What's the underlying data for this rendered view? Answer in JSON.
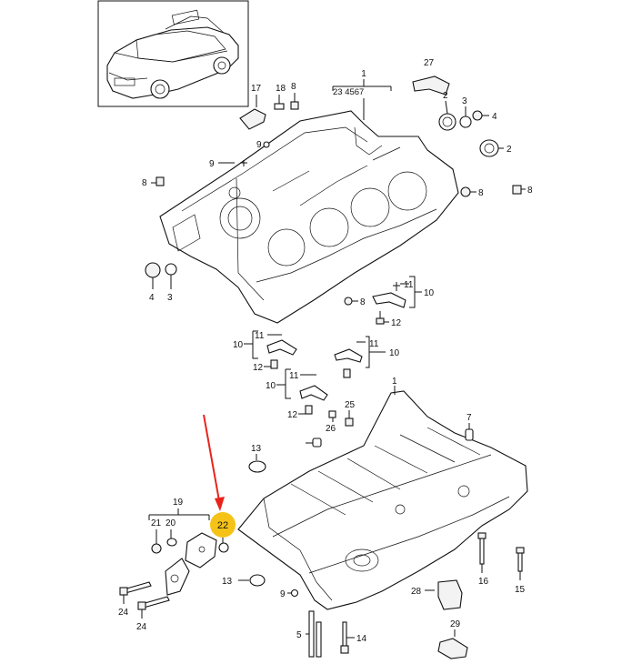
{
  "diagram": {
    "callouts": {
      "c1_top": "1",
      "c1_top_sub": "23 4567",
      "c2_a": "2",
      "c2_b": "2",
      "c3_right": "3",
      "c4_right": "4",
      "c27": "27",
      "c17": "17",
      "c18": "18",
      "c8_a": "8",
      "c9_a": "9",
      "c8_left": "8",
      "c4_left": "4",
      "c3_left": "3",
      "c8_right": "8",
      "c8_right2": "8",
      "c8_mid": "8",
      "c11_a": "11",
      "c10_a": "10",
      "c12_a": "12",
      "c11_b": "11",
      "c10_b": "10",
      "c12_b": "12",
      "c11_c": "11",
      "c10_c": "10",
      "c11_d": "11",
      "c10_d": "10",
      "c12_c": "12",
      "c25": "25",
      "c26": "26",
      "c1_low": "1",
      "c7": "7",
      "c13_top": "13",
      "c13_bot": "13",
      "c19": "19",
      "c21": "21",
      "c20": "20",
      "c22": "22",
      "c24_a": "24",
      "c24_b": "24",
      "c9_low": "9",
      "c16": "16",
      "c15": "15",
      "c28": "28",
      "c5": "5",
      "c14": "14",
      "c29": "29"
    },
    "highlight_color": "#f5c318",
    "arrow_color": "#e8231b"
  }
}
